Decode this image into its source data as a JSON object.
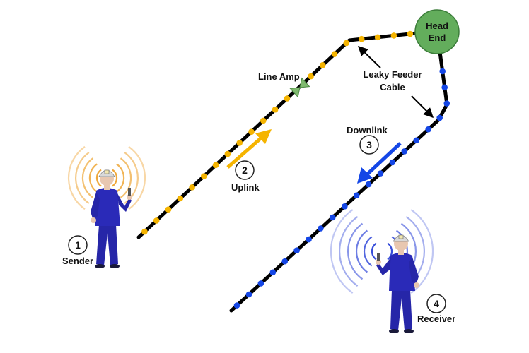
{
  "colors": {
    "uplink": "#f5b400",
    "downlink": "#1446e6",
    "cable": "#000000",
    "head_end": "#63ad5c",
    "line_amp": "#7fba6f",
    "person_body": "#2626a8",
    "wave_sender": "#eea330",
    "wave_receiver": "#2d44d8"
  },
  "labels": {
    "head_end_line1": "Head",
    "head_end_line2": "End",
    "line_amp": "Line Amp",
    "leaky_feeder_line1": "Leaky Feeder",
    "leaky_feeder_line2": "Cable",
    "downlink": "Downlink",
    "uplink": "Uplink",
    "sender": "Sender",
    "receiver": "Receiver"
  },
  "steps": {
    "s1": "1",
    "s2": "2",
    "s3": "3",
    "s4": "4"
  },
  "icons": {
    "head_end": "head-end-node",
    "line_amp": "amplifier-bowtie-icon",
    "sender": "miner-person-icon",
    "receiver": "miner-person-icon",
    "sender_waves": "radio-waves-icon",
    "receiver_waves": "radio-waves-icon"
  }
}
